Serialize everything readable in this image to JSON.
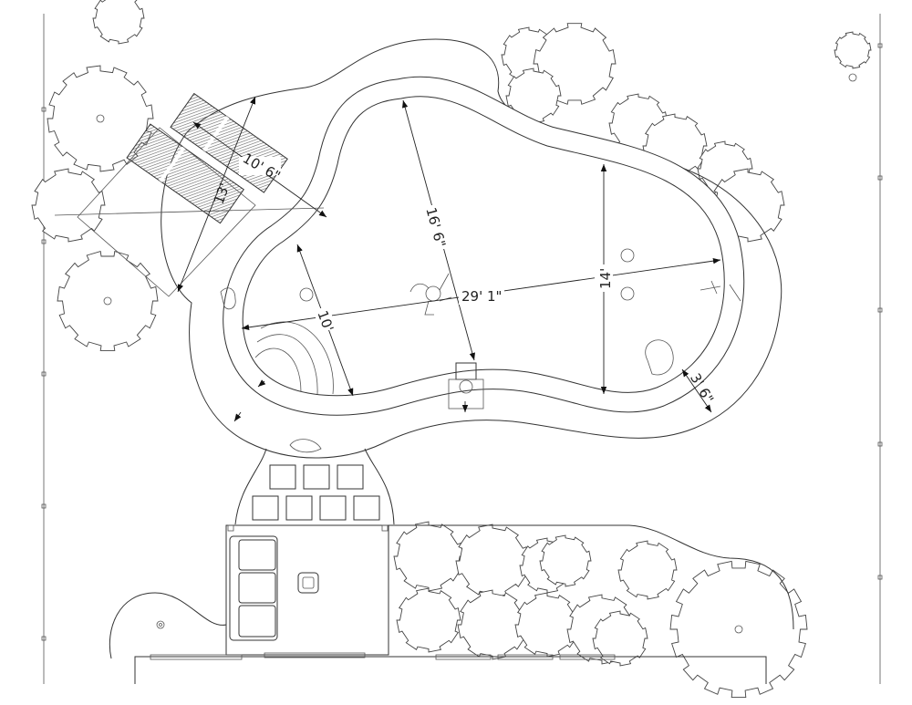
{
  "drawing": {
    "title": "Pool landscape plan",
    "dimensions": {
      "lounge_length": "10' 6\"",
      "lounge_width": "13'",
      "pool_width_left": "16' 6\"",
      "pool_length": "29' 1\"",
      "pool_width_right": "14'",
      "shallow_width": "10'",
      "deck_width": "3' 6\""
    }
  },
  "colors": {
    "line": "#333333",
    "background": "#ffffff",
    "hatch": "#666666"
  }
}
